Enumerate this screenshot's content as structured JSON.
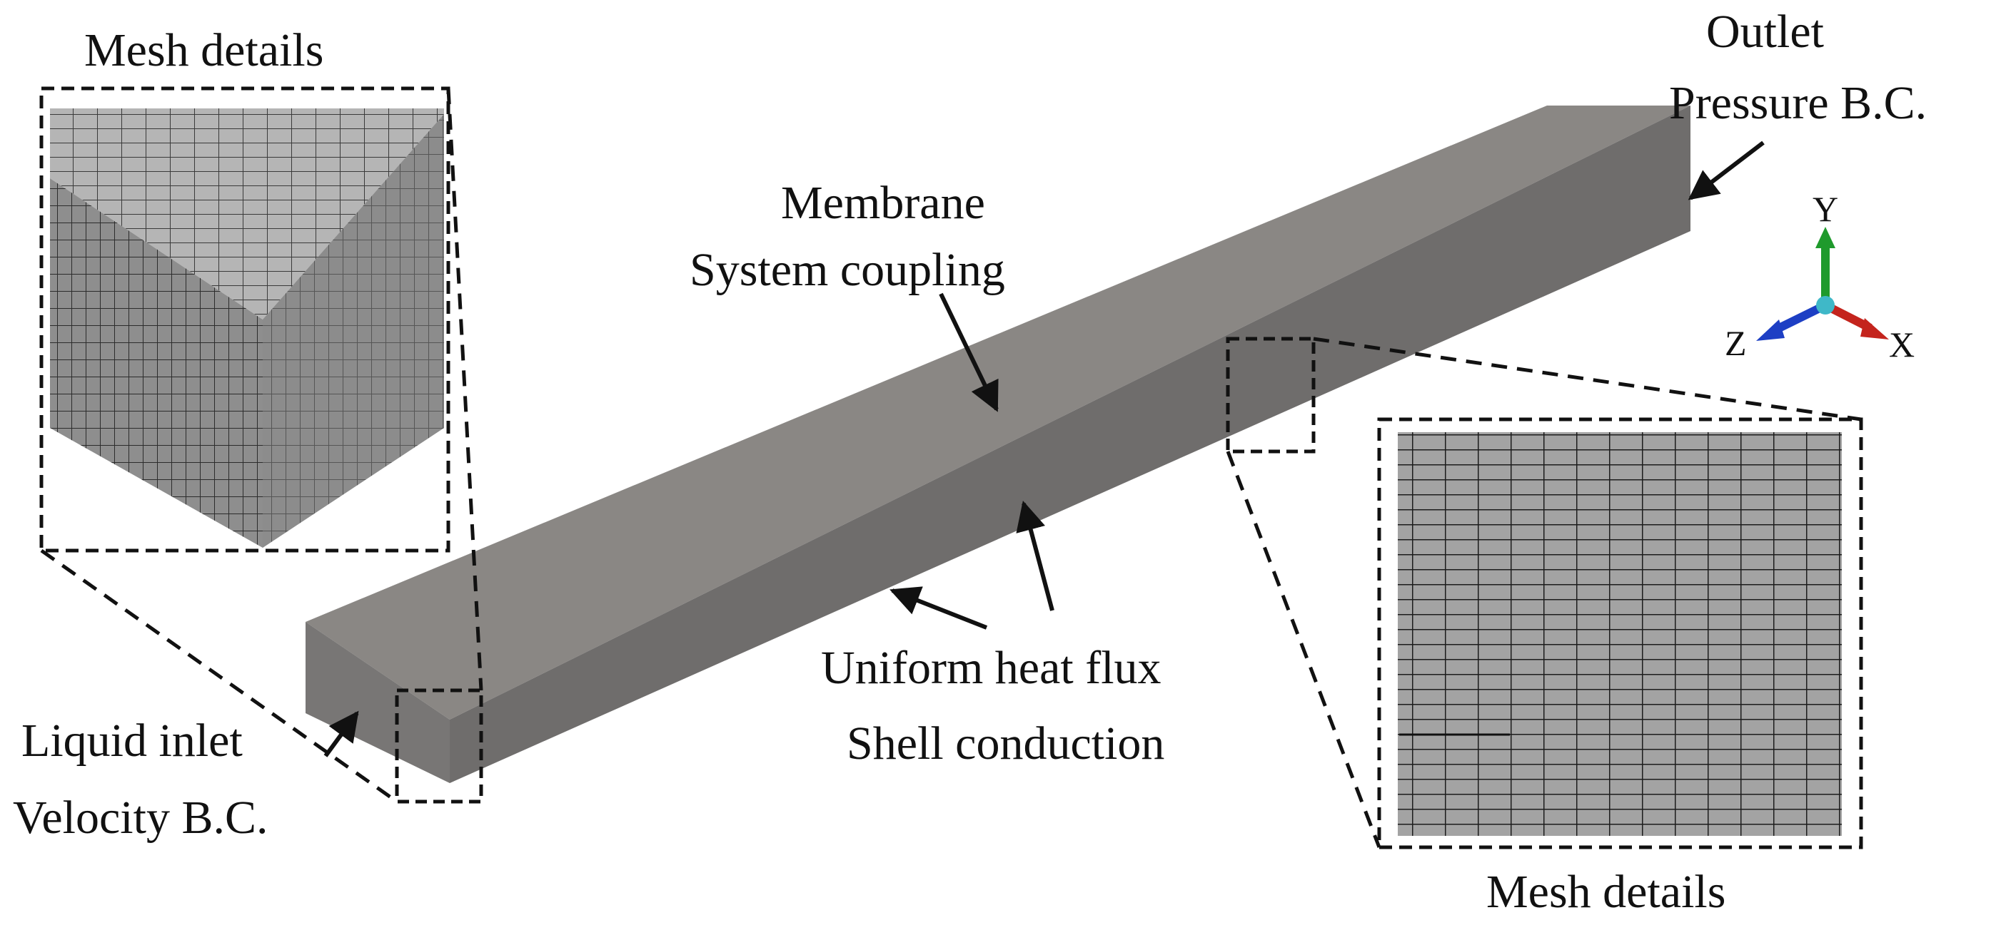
{
  "labels": {
    "mesh_details_left": "Mesh details",
    "mesh_details_right": "Mesh details",
    "outlet_line1": "Outlet",
    "outlet_line2": "Pressure B.C.",
    "membrane_line1": "Membrane",
    "membrane_line2": "System coupling",
    "heat_flux_line1": "Uniform heat flux",
    "heat_flux_line2": "Shell conduction",
    "inlet_line1": "Liquid inlet",
    "inlet_line2": "Velocity B.C."
  },
  "axes": {
    "y": "Y",
    "z": "Z",
    "x": "X"
  },
  "colors": {
    "top_face": "#8a8784",
    "front_face": "#6f6d6c",
    "end_face": "#7a7877",
    "mesh_face": "#a4a4a4",
    "mesh_side": "#8d8d8d",
    "axis_y": "#1f9a2c",
    "axis_z": "#1d3fc4",
    "axis_x": "#c4241d",
    "axis_origin": "#3fb8c8"
  }
}
